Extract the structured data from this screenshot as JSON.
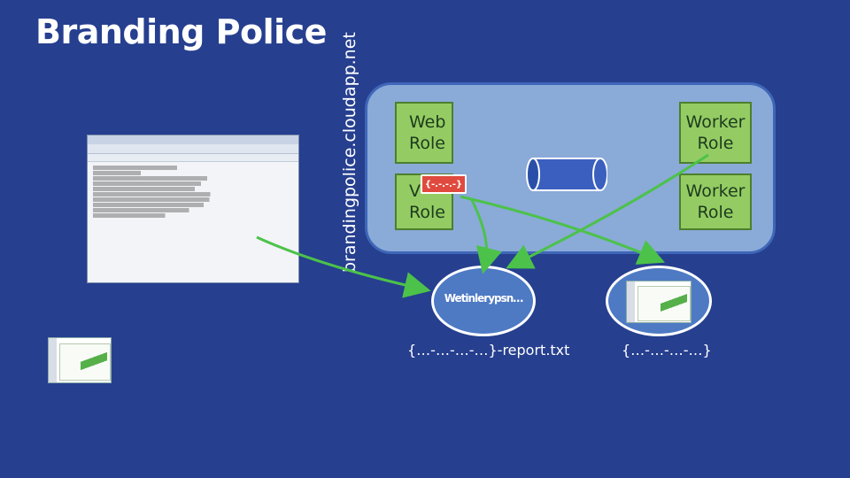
{
  "title": "Branding Police",
  "site_url": "brandingpolice.cloudapp.net",
  "roles": {
    "web_role_1": [
      "Web",
      "Role"
    ],
    "web_role_2": [
      "V",
      "Role"
    ],
    "worker_role_1": [
      "Worker",
      "Role"
    ],
    "worker_role_2": [
      "Worker",
      "Role"
    ]
  },
  "message_badge": "{-.-.-.-}",
  "storage_label": "Wetinlerypsn…",
  "report_file": "{…-…-…-…}-report.txt",
  "guid_file": "{…-…-…-…}",
  "colors": {
    "background": "#263f8f",
    "cloud": "#8aaad8",
    "role": "#94cc63",
    "arrow": "#4cc24a",
    "badge": "#e04a3e",
    "circle": "#4e7ac4"
  }
}
